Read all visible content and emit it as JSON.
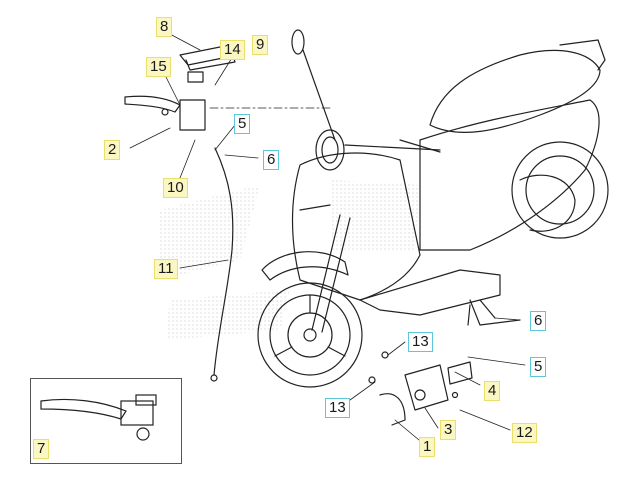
{
  "callouts": {
    "c8": "8",
    "c14": "14",
    "c9": "9",
    "c15": "15",
    "c5a": "5",
    "c2": "2",
    "c6a": "6",
    "c10": "10",
    "c11": "11",
    "c6b": "6",
    "c13a": "13",
    "c5b": "5",
    "c4": "4",
    "c13b": "13",
    "c3": "3",
    "c12": "12",
    "c1": "1",
    "c7": "7"
  },
  "colors": {
    "yellow_box": "#fbf7c2",
    "cyan_box": "#5cc9da",
    "line_art": "#222222"
  }
}
